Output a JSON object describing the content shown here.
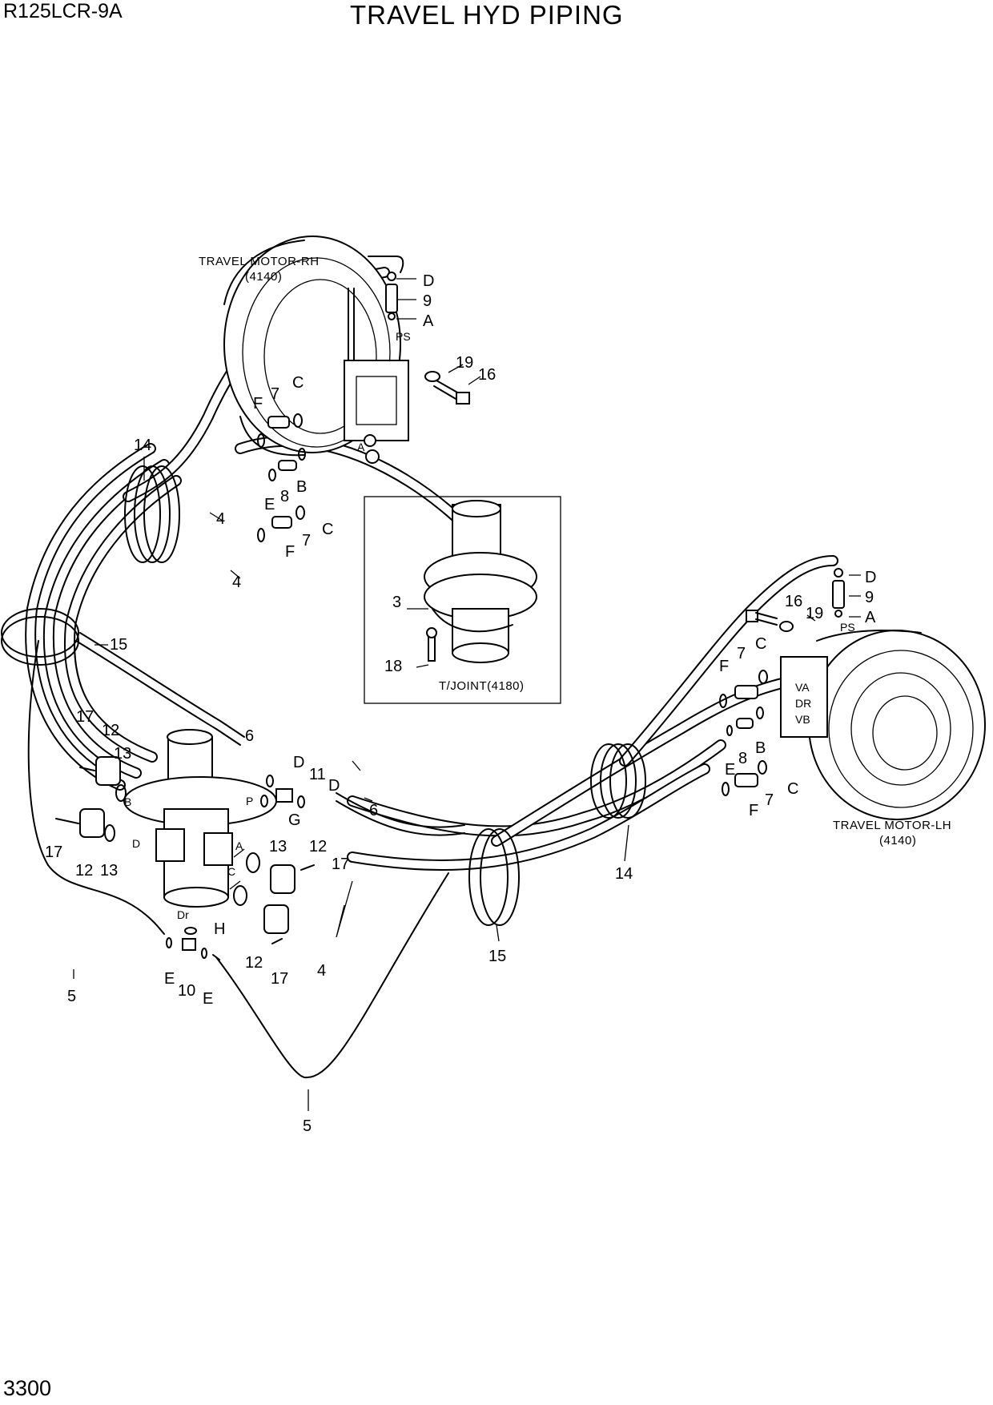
{
  "header": {
    "model": "R125LCR-9A",
    "title": "TRAVEL HYD PIPING",
    "page_number": "3300"
  },
  "captions": {
    "motor_rh": "TRAVEL MOTOR-RH",
    "motor_rh_ref": "(4140)",
    "motor_lh": "TRAVEL MOTOR-LH",
    "motor_lh_ref": "(4140)",
    "tjoint": "T/JOINT(4180)"
  },
  "port_marks": {
    "ps_rh": "PS",
    "ps_lh": "PS",
    "p": "P",
    "dr": "Dr",
    "a": "A",
    "b": "B",
    "c": "C",
    "d": "D",
    "rh_a": "A",
    "lh_va": "VA",
    "lh_dr": "DR",
    "lh_vb": "VB"
  },
  "callouts": [
    {
      "id": "c1",
      "text": "D"
    },
    {
      "id": "c2",
      "text": "9"
    },
    {
      "id": "c3",
      "text": "A"
    },
    {
      "id": "c4",
      "text": "19"
    },
    {
      "id": "c5",
      "text": "16"
    },
    {
      "id": "c6",
      "text": "F"
    },
    {
      "id": "c7",
      "text": "7"
    },
    {
      "id": "c8",
      "text": "C"
    },
    {
      "id": "c9",
      "text": "14"
    },
    {
      "id": "c10",
      "text": "E"
    },
    {
      "id": "c11",
      "text": "8"
    },
    {
      "id": "c12",
      "text": "B"
    },
    {
      "id": "c13",
      "text": "4"
    },
    {
      "id": "c14",
      "text": "C"
    },
    {
      "id": "c15",
      "text": "7"
    },
    {
      "id": "c16",
      "text": "F"
    },
    {
      "id": "c17",
      "text": "4"
    },
    {
      "id": "c18",
      "text": "3"
    },
    {
      "id": "c19",
      "text": "18"
    },
    {
      "id": "c20",
      "text": "15"
    },
    {
      "id": "c21",
      "text": "D"
    },
    {
      "id": "c22",
      "text": "9"
    },
    {
      "id": "c23",
      "text": "16"
    },
    {
      "id": "c24",
      "text": "19"
    },
    {
      "id": "c25",
      "text": "A"
    },
    {
      "id": "c26",
      "text": "7"
    },
    {
      "id": "c27",
      "text": "C"
    },
    {
      "id": "c28",
      "text": "F"
    },
    {
      "id": "c29",
      "text": "8"
    },
    {
      "id": "c30",
      "text": "B"
    },
    {
      "id": "c31",
      "text": "E"
    },
    {
      "id": "c32",
      "text": "C"
    },
    {
      "id": "c33",
      "text": "7"
    },
    {
      "id": "c34",
      "text": "F"
    },
    {
      "id": "c35",
      "text": "17"
    },
    {
      "id": "c36",
      "text": "12"
    },
    {
      "id": "c37",
      "text": "13"
    },
    {
      "id": "c38",
      "text": "6"
    },
    {
      "id": "c39",
      "text": "D"
    },
    {
      "id": "c40",
      "text": "11"
    },
    {
      "id": "c41",
      "text": "D"
    },
    {
      "id": "c42",
      "text": "6"
    },
    {
      "id": "c43",
      "text": "G"
    },
    {
      "id": "c44",
      "text": "17"
    },
    {
      "id": "c45",
      "text": "12"
    },
    {
      "id": "c46",
      "text": "13"
    },
    {
      "id": "c47",
      "text": "13"
    },
    {
      "id": "c48",
      "text": "12"
    },
    {
      "id": "c49",
      "text": "17"
    },
    {
      "id": "c50",
      "text": "H"
    },
    {
      "id": "c51",
      "text": "14"
    },
    {
      "id": "c52",
      "text": "12"
    },
    {
      "id": "c53",
      "text": "17"
    },
    {
      "id": "c54",
      "text": "4"
    },
    {
      "id": "c55",
      "text": "15"
    },
    {
      "id": "c56",
      "text": "E"
    },
    {
      "id": "c57",
      "text": "10"
    },
    {
      "id": "c58",
      "text": "E"
    },
    {
      "id": "c59",
      "text": "5"
    },
    {
      "id": "c60",
      "text": "5"
    }
  ]
}
